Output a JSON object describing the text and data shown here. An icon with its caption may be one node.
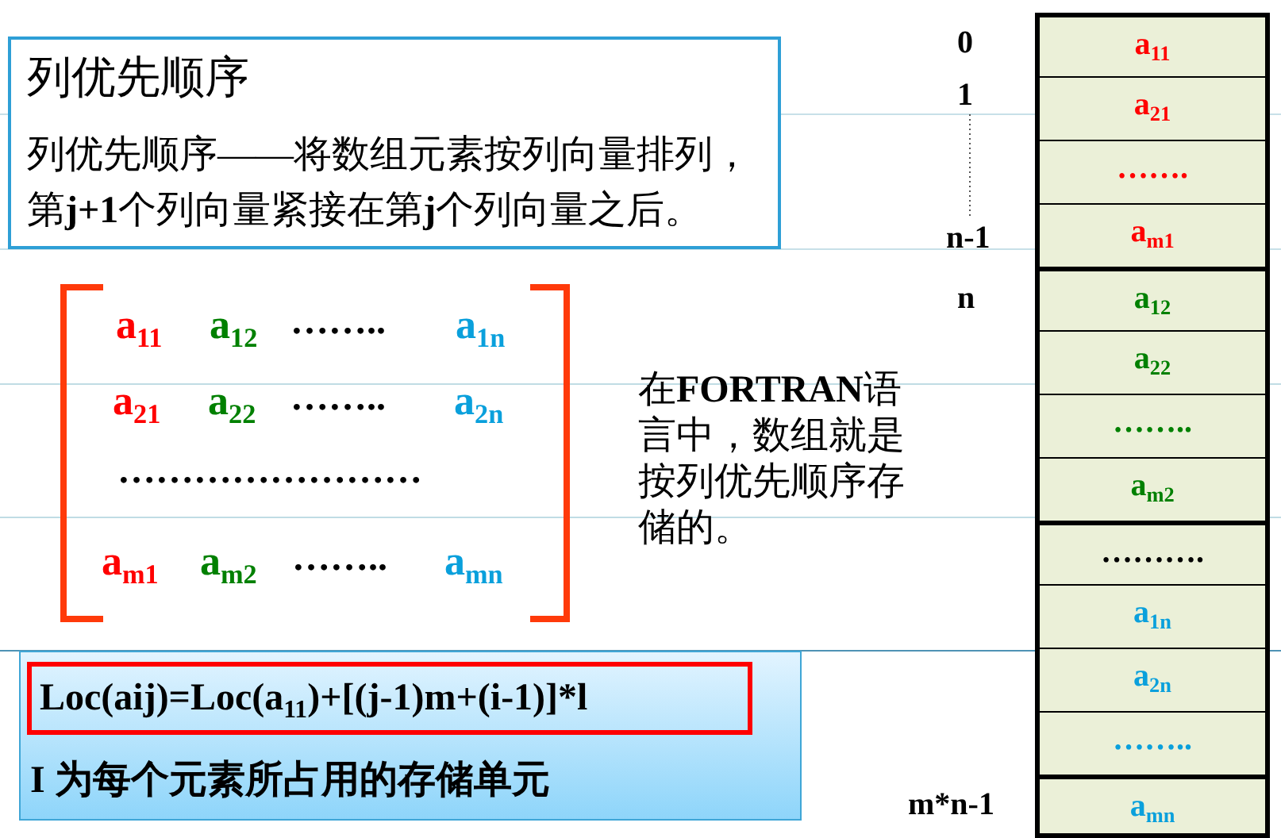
{
  "diagram": {
    "nodes": [
      {
        "text": [
          "列优先顺序",
          "列优先顺序——将数组元素按列向量排列，第**j+1**个列向量紧接在第**j**个列向量之后。"
        ]
      },
      {
        "text": [
          "a$_{11}$"
        ]
      },
      {
        "text": [
          "a$_{21}$"
        ]
      },
      {
        "text": [
          "……."
        ]
      },
      {
        "text": [
          "a$_{m1}$"
        ]
      },
      {
        "text": [
          "a$_{12}$"
        ]
      },
      {
        "text": [
          "a$_{22}$"
        ]
      },
      {
        "text": [
          "…….."
        ]
      },
      {
        "text": [
          "a$_{m2}$"
        ]
      },
      {
        "text": [
          "………."
        ]
      },
      {
        "text": [
          "a$_{1n}$"
        ]
      },
      {
        "text": [
          "a$_{2n}$"
        ]
      },
      {
        "text": [
          "…….."
        ]
      },
      {
        "text": [
          "a$_{mn}$"
        ]
      },
      {
        "text": [
          "I 为每个元素所占用的存储单元"
        ]
      },
      {
        "text": [
          "Loc(aij)=Loc(a$_{11}$)+[(j-1)m+(i-1)]*l"
        ],
        "in": 14
      }
    ],
    "labels": [
      "0",
      "1",
      "n-1",
      "n",
      "a$_{11}$",
      "a$_{12}$",
      "……..",
      "a$_{1n}$",
      "a$_{21}$",
      "a$_{22}$",
      "……..",
      "a$_{2n}$",
      "……………………",
      "在**FORTRAN**语言中，数组就是按列优先顺序存储的。",
      "a$_{m1}$",
      "a$_{m2}$",
      "……..",
      "a$_{mn}$",
      "m*n-1"
    ]
  }
}
